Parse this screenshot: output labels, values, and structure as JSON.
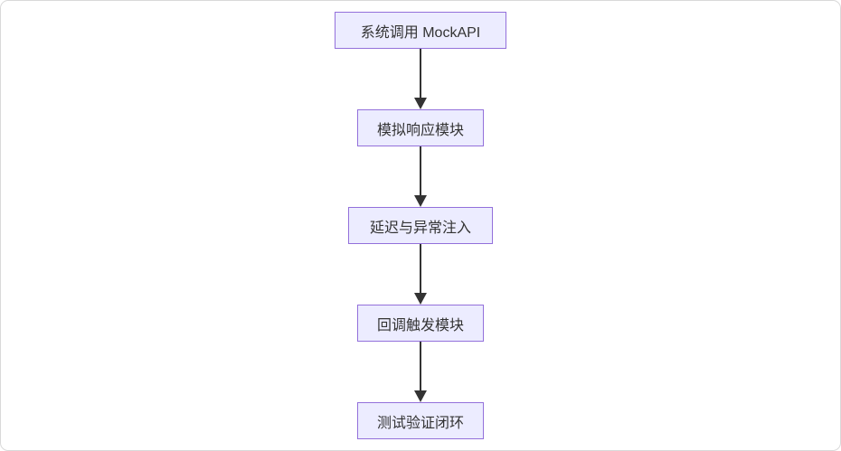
{
  "diagram": {
    "type": "flowchart",
    "direction": "top-down",
    "nodes": [
      {
        "label": "系统调用 MockAPI"
      },
      {
        "label": "模拟响应模块"
      },
      {
        "label": "延迟与异常注入"
      },
      {
        "label": "回调触发模块"
      },
      {
        "label": "测试验证闭环"
      }
    ],
    "edges": [
      {
        "from": "系统调用 MockAPI",
        "to": "模拟响应模块"
      },
      {
        "from": "模拟响应模块",
        "to": "延迟与异常注入"
      },
      {
        "from": "延迟与异常注入",
        "to": "回调触发模块"
      },
      {
        "from": "回调触发模块",
        "to": "测试验证闭环"
      }
    ]
  },
  "theme": {
    "node_fill": "#ECECFF",
    "node_border": "#9370DB",
    "node_text": "#333333",
    "arrow_color": "#333333",
    "card_border": "#D9D9D9",
    "background": "#FFFFFF"
  }
}
